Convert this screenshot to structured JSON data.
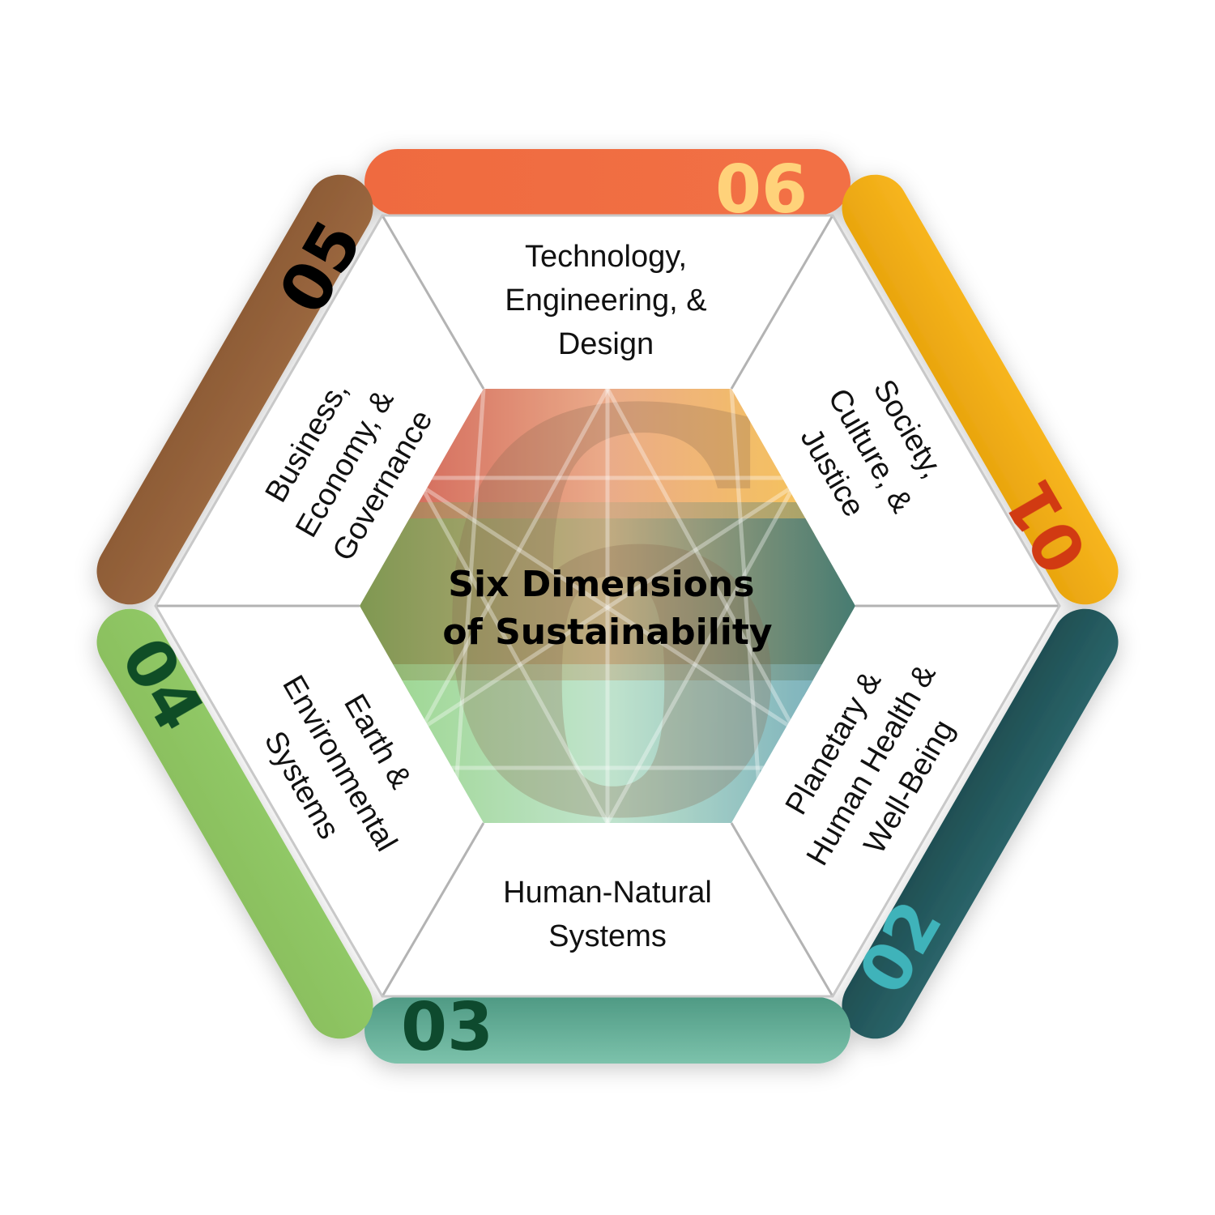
{
  "title_lines": [
    "Six Dimensions",
    "of Sustainability"
  ],
  "watermark_digit": "6",
  "dimensions": [
    {
      "number": "01",
      "label_lines": [
        "Society,",
        "Culture, &",
        "Justice"
      ],
      "color": "#F6AF1C",
      "number_color": "#D13A12"
    },
    {
      "number": "02",
      "label_lines": [
        "Planetary &",
        "Human Health &",
        "Well-Being"
      ],
      "color": "#23585C",
      "number_color": "#3FB3BA"
    },
    {
      "number": "03",
      "label_lines": [
        "Human-Natural",
        "Systems"
      ],
      "color": "#6BB59E",
      "number_color": "#0E4A2E"
    },
    {
      "number": "04",
      "label_lines": [
        "Earth &",
        "Environmental",
        "Systems"
      ],
      "color": "#8FC463",
      "number_color": "#0F4D26"
    },
    {
      "number": "05",
      "label_lines": [
        "Business,",
        "Economy, &",
        "Governance"
      ],
      "color": "#92603A",
      "number_color": "#000000"
    },
    {
      "number": "06",
      "label_lines": [
        "Technology,",
        "Engineering, &",
        "Design"
      ],
      "color": "#EF6B40",
      "number_color": "#FFD27A"
    }
  ]
}
